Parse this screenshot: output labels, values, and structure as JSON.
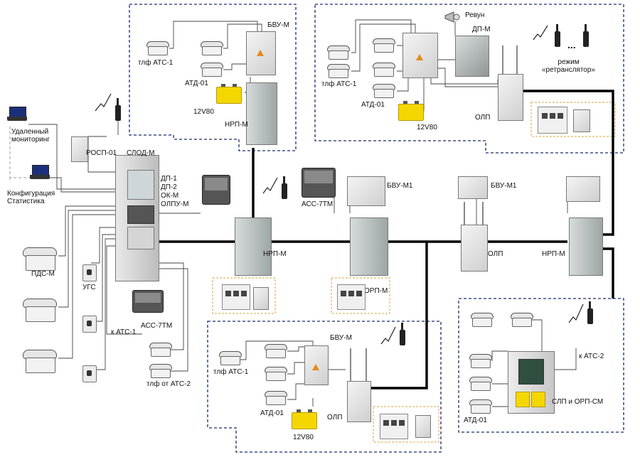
{
  "labels": {
    "remote_monitoring": "Удаленный\nмониторинг",
    "config_stats": "Конфигурация\nСтатистика",
    "rosp01": "РОСП-01",
    "slod_m": "СЛОД-М",
    "dp1": "ДП-1",
    "dp2": "ДП-2",
    "ok_m": "ОК-М",
    "olpu_m": "ОЛПУ-М",
    "pds_m": "ПДС-М",
    "ugs": "УГС",
    "k_ats1": "к АТС-1",
    "ass7tm_left": "АСС-7ТМ",
    "tlf_ot_ats2": "тлф от АТС-2",
    "tlf_ats1_top": "тлф АТС-1",
    "atd01_top": "АТД-01",
    "bvu_m_top": "БВУ-М",
    "v12_top": "12V80",
    "nrp_m_top": "НРП-М",
    "revun": "Ревун",
    "dp_m": "ДП-М",
    "tlf_ats1_tr": "тлф АТС-1",
    "atd01_tr": "АТД-01",
    "v12_tr": "12V80",
    "olp_tr": "ОЛП",
    "rezhim": "режим\n«ретранслятор»",
    "ass7tm_mid": "АСС-7ТМ",
    "bvu_m1_a": "БВУ-М1",
    "bvu_m1_b": "БВУ-М1",
    "nrp_m_mid": "НРП-М",
    "orp_m": "ОРП-М",
    "olp_mid": "ОЛП",
    "nrp_m_right": "НРП-М",
    "tlf_ats1_bot": "тлф АТС-1",
    "bvu_m_bot": "БВУ-М",
    "atd01_bot": "АТД-01",
    "olp_bot": "ОЛП",
    "v12_bot": "12V80",
    "k_ats2": "к АТС-2",
    "slp_orp": "СЛП и ОРП-СМ",
    "atd01_br": "АТД-01",
    "dots": "..."
  },
  "colors": {
    "trunk": "#000000",
    "thin": "#444444",
    "dashed_border": "#1b2a6b",
    "orange_dashed": "#d9a441",
    "gray_dashed": "#999999"
  },
  "icons": [
    "phone-icon",
    "radio-icon",
    "battery-icon",
    "laptop-icon",
    "antenna-icon",
    "siren-icon",
    "warning-icon"
  ]
}
